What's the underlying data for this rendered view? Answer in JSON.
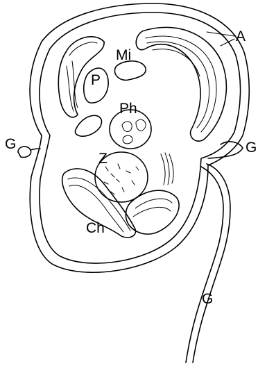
{
  "labels": {
    "A": "A",
    "Mi": "Mi",
    "P": "P",
    "Ph": "Ph",
    "G_left": "G",
    "G_right": "G",
    "Z": "Z",
    "Ch": "Ch",
    "G_flagellum": "G"
  }
}
